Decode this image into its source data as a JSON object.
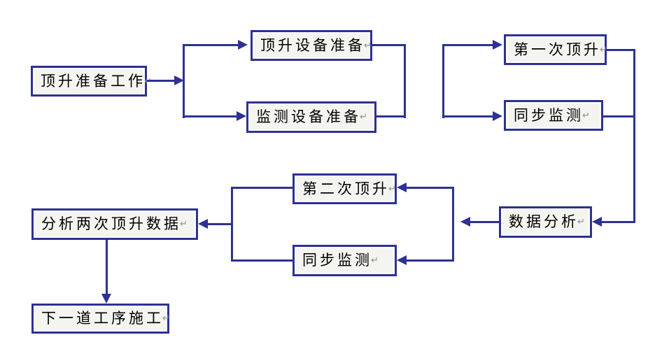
{
  "diagram": {
    "type": "flowchart",
    "background_color": "#ffffff",
    "line_color": "#2e3192",
    "box_border_color": "#2e3192",
    "box_fill_color": "#f4f4f1",
    "text_color": "#000000",
    "paragraph_mark": "↵",
    "nodes": [
      {
        "id": "jacking-preparation",
        "label": "顶升准备工作"
      },
      {
        "id": "jacking-equipment-prep",
        "label": "顶升设备准备"
      },
      {
        "id": "monitoring-equipment-prep",
        "label": "监测设备准备"
      },
      {
        "id": "first-jacking",
        "label": "第一次顶升"
      },
      {
        "id": "sync-monitoring-1",
        "label": "同步监测"
      },
      {
        "id": "second-jacking",
        "label": "第二次顶升"
      },
      {
        "id": "sync-monitoring-2",
        "label": "同步监测"
      },
      {
        "id": "data-analysis",
        "label": "数据分析"
      },
      {
        "id": "analyze-two-jackings",
        "label": "分析两次顶升数据"
      },
      {
        "id": "next-process-construction",
        "label": "下一道工序施工"
      }
    ],
    "edges": [
      {
        "from": "jacking-preparation",
        "to": "jacking-equipment-prep"
      },
      {
        "from": "jacking-preparation",
        "to": "monitoring-equipment-prep"
      },
      {
        "from": "jacking-equipment-prep",
        "to": "first-jacking"
      },
      {
        "from": "monitoring-equipment-prep",
        "to": "sync-monitoring-1"
      },
      {
        "from": "first-jacking",
        "to": "data-analysis"
      },
      {
        "from": "sync-monitoring-1",
        "to": "data-analysis"
      },
      {
        "from": "data-analysis",
        "to": "second-jacking"
      },
      {
        "from": "data-analysis",
        "to": "sync-monitoring-2"
      },
      {
        "from": "second-jacking",
        "to": "analyze-two-jackings"
      },
      {
        "from": "sync-monitoring-2",
        "to": "analyze-two-jackings"
      },
      {
        "from": "analyze-two-jackings",
        "to": "next-process-construction"
      }
    ]
  }
}
